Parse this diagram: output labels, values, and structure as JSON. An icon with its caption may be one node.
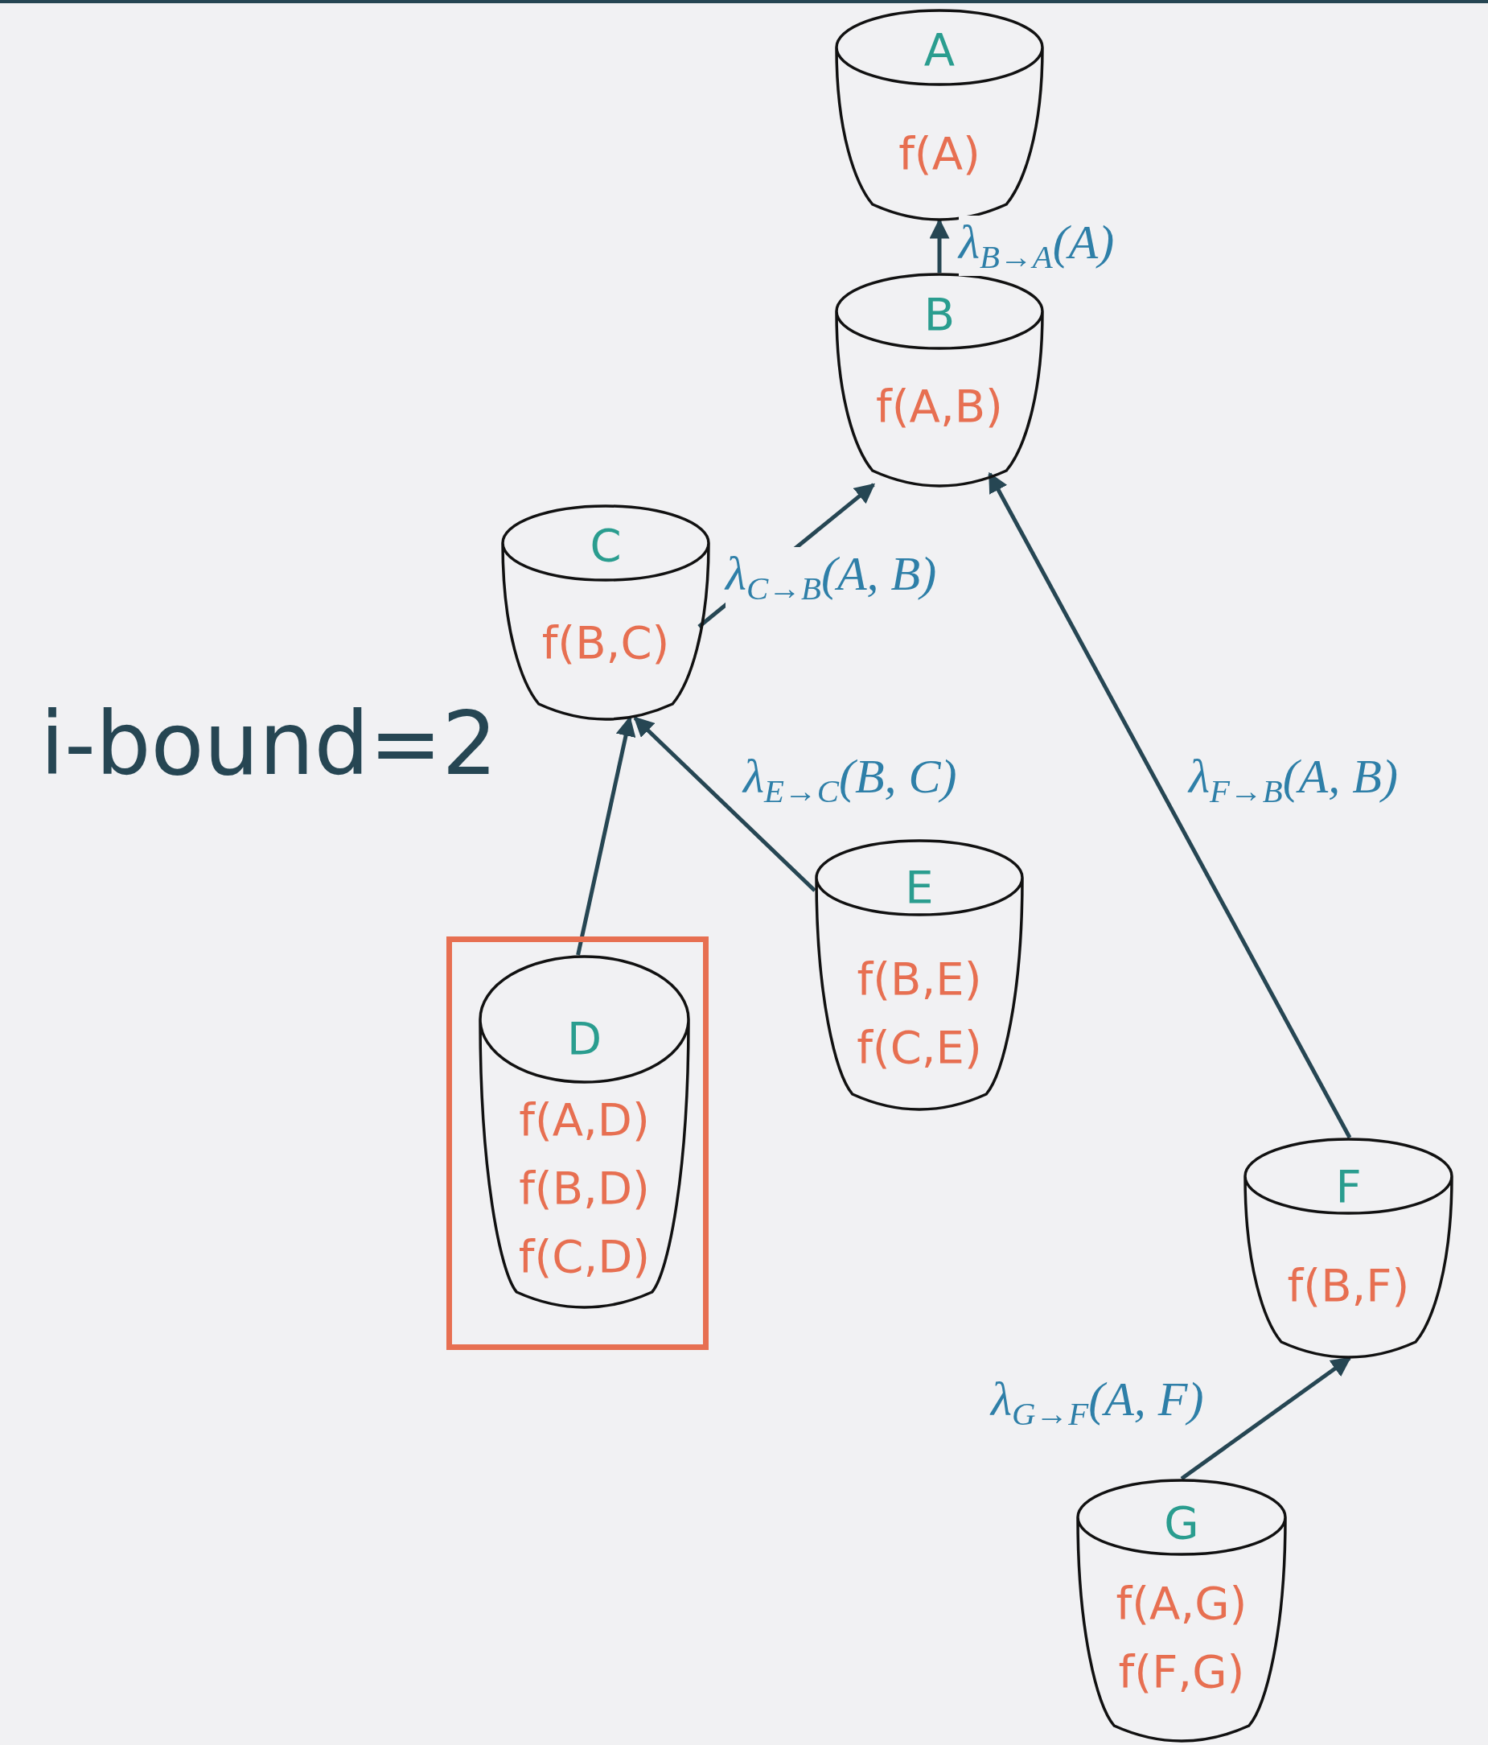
{
  "diagram": {
    "nodes": [
      {
        "text": [
          "A",
          "f(A)"
        ]
      },
      {
        "text": [
          "B",
          "f(A,B)"
        ]
      },
      {
        "text": [
          "C",
          "f(B,C)"
        ]
      },
      {
        "text": [
          "E",
          "f(B,E)",
          "f(C,E)"
        ]
      },
      {
        "text": [],
        "shape": "box"
      },
      {
        "text": [
          "D",
          "f(A,D)",
          "f(B,D)",
          "f(C,D)"
        ],
        "in": 4
      },
      {
        "text": [
          "F",
          "f(B,F)"
        ]
      },
      {
        "text": [
          "G",
          "f(A,G)",
          "f(F,G)"
        ]
      }
    ],
    "edges": [
      {
        "from": 1,
        "to": 0,
        "arrow": "to",
        "label": "λ$_{B→A}$(A)"
      },
      {
        "from": 2,
        "to": 1,
        "arrow": "to",
        "label": "λ$_{C→B}$(A, B)"
      },
      {
        "from": 3,
        "to": 2,
        "arrow": "to",
        "label": "λ$_{E→C}$(B, C)"
      },
      {
        "from": 5,
        "to": 2,
        "arrow": "to"
      },
      {
        "from": 6,
        "to": 1,
        "arrow": "to",
        "label": "λ$_{F→B}$(A, B)"
      },
      {
        "from": 7,
        "to": 6,
        "arrow": "to",
        "label": "λ$_{G→F}$(A, F)"
      }
    ],
    "labels": [
      "i-bound=2"
    ]
  }
}
